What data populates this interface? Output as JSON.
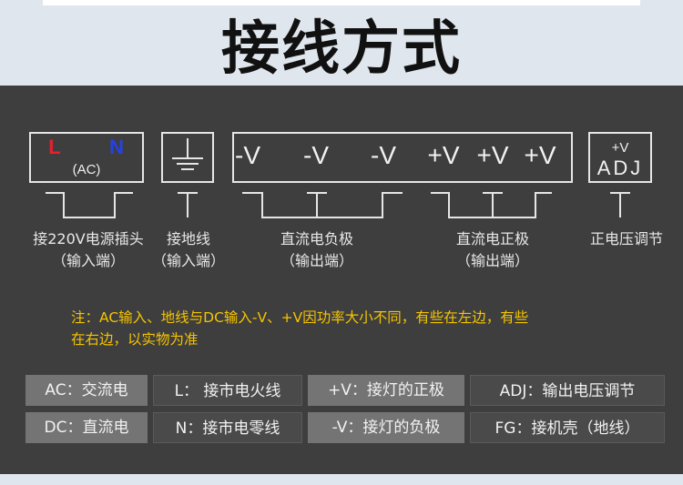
{
  "title": "接线方式",
  "terminals": {
    "ac": {
      "l": "L",
      "n": "N",
      "ac": "(AC)"
    },
    "neg": [
      "-V",
      "-V",
      "-V"
    ],
    "pos": [
      "+V",
      "+V",
      "+V"
    ],
    "adj": {
      "pv": "+V",
      "adj": "ADJ"
    }
  },
  "labels": {
    "ac_line1": "接220V电源插头",
    "ac_line2": "（输入端）",
    "ground_line1": "接地线",
    "ground_line2": "（输入端）",
    "neg_line1": "直流电负极",
    "neg_line2": "（输出端）",
    "pos_line1": "直流电正极",
    "pos_line2": "（输出端）",
    "adj_line1": "正电压调节"
  },
  "note": {
    "line1": "注：AC输入、地线与DC输入-V、+V因功率大小不同，有些在左边，有些",
    "line2": "在右边，以实物为准"
  },
  "legend": {
    "row1": [
      "AC：交流电",
      "L：  接市电火线",
      "+V：接灯的正极",
      "ADJ：输出电压调节"
    ],
    "row2": [
      "DC：直流电",
      "N：接市电零线",
      "-V：接灯的负极",
      "FG：接机壳（地线）"
    ]
  },
  "colors": {
    "panel": "#3e3e3e",
    "l_red": "#e8202a",
    "n_blue": "#2442e6",
    "note_yellow": "#f5c400"
  }
}
